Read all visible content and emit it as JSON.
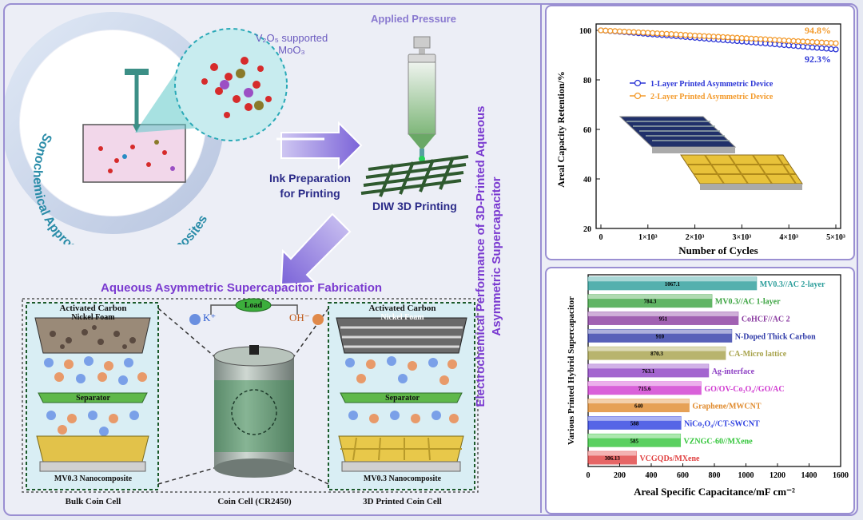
{
  "left": {
    "circle_label": "Sonochemical Approaches for Nanocomposites",
    "inset_label_line1": "V₂O₅ supported",
    "inset_label_line2": "MoO₃",
    "applied_pressure": "Applied Pressure",
    "ink_line1": "Ink Preparation",
    "ink_line2": "for Printing",
    "diw": "DIW 3D Printing",
    "fabrication_title": "Aqueous Asymmetric Supercapacitor Fabrication",
    "k_ion": "K⁺",
    "oh_ion": "OH⁻",
    "load": "Load",
    "left_cell": {
      "top": "Activated Carbon",
      "top2": "Nickel Foam",
      "mid": "Separator",
      "bottom": "MV0.3 Nanocomposite",
      "caption": "Bulk Coin Cell"
    },
    "right_cell": {
      "top": "Activated Carbon",
      "top2": "Nickel Foam",
      "mid": "Separator",
      "bottom": "MV0.3 Nanocomposite",
      "caption": "3D Printed Coin Cell"
    },
    "center_caption": "Coin Cell (CR2450)"
  },
  "vertical_title_line1": "Electrochemical Performance of 3D-Printed Aqueous",
  "vertical_title_line2": "Asymmetric Supercapacitor",
  "chart_data": [
    {
      "type": "line",
      "xlabel": "Number of Cycles",
      "ylabel": "Areal Capacity Retention/%",
      "xlim": [
        0,
        5000
      ],
      "ylim": [
        20,
        100
      ],
      "x_ticks": [
        "0",
        "1×10³",
        "2×10³",
        "3×10³",
        "4×10³",
        "5×10³"
      ],
      "y_ticks": [
        "20",
        "40",
        "60",
        "80",
        "100"
      ],
      "x": [
        0,
        500,
        1000,
        1500,
        2000,
        2500,
        3000,
        3500,
        4000,
        4500,
        5000
      ],
      "series": [
        {
          "name": "1-Layer Printed Asymmetric Device",
          "color": "#2b35d6",
          "values": [
            100,
            99.3,
            98.5,
            97.8,
            97.0,
            96.2,
            95.5,
            94.7,
            93.9,
            93.1,
            92.3
          ],
          "end_label": "92.3%"
        },
        {
          "name": "2-Layer Printed Asymmetric Device",
          "color": "#f39a2b",
          "values": [
            100,
            99.5,
            99.0,
            98.5,
            97.9,
            97.4,
            96.9,
            96.4,
            95.8,
            95.3,
            94.8
          ],
          "end_label": "94.8%"
        }
      ],
      "legend": "center"
    },
    {
      "type": "bar",
      "orientation": "horizontal",
      "xlabel": "Areal Specific Capacitance/mF cm⁻²",
      "ylabel": "Various Printed Hybrid Supercapacitor",
      "xlim": [
        0,
        1600
      ],
      "x_ticks": [
        "0",
        "200",
        "400",
        "600",
        "800",
        "1000",
        "1200",
        "1400",
        "1600"
      ],
      "bars": [
        {
          "value": 1067.1,
          "label": "1067.1",
          "name": "MV0.3//AC 2-layer",
          "color": "#2a9d9a"
        },
        {
          "value": 784.3,
          "label": "784.3",
          "name": "MV0.3//AC 1-layer",
          "color": "#3aa33f"
        },
        {
          "value": 951,
          "label": "951",
          "name": "CoHCF//AC 2",
          "color": "#8a3aa0"
        },
        {
          "value": 910,
          "label": "910",
          "name": "N-Doped Thick Carbon",
          "color": "#2f3aa8"
        },
        {
          "value": 870.3,
          "label": "870.3",
          "name": "CA-Micro lattice",
          "color": "#a7a24a"
        },
        {
          "value": 763.1,
          "label": "763.1",
          "name": "Ag-interface",
          "color": "#8d3fc4"
        },
        {
          "value": 715.6,
          "label": "715.6",
          "name": "GO/OV-Co₃O₄//GO/AC",
          "color": "#d03ad0"
        },
        {
          "value": 640,
          "label": "640",
          "name": "Graphene/MWCNT",
          "color": "#e08a2c"
        },
        {
          "value": 588,
          "label": "588",
          "name": "NiCo₂O₄//CT-SWCNT",
          "color": "#2d3fe0"
        },
        {
          "value": 585,
          "label": "585",
          "name": "VZNGC-60//MXene",
          "color": "#33c53a"
        },
        {
          "value": 306.13,
          "label": "306.13",
          "name": "VCGQDs/MXene",
          "color": "#e04040"
        }
      ]
    }
  ]
}
